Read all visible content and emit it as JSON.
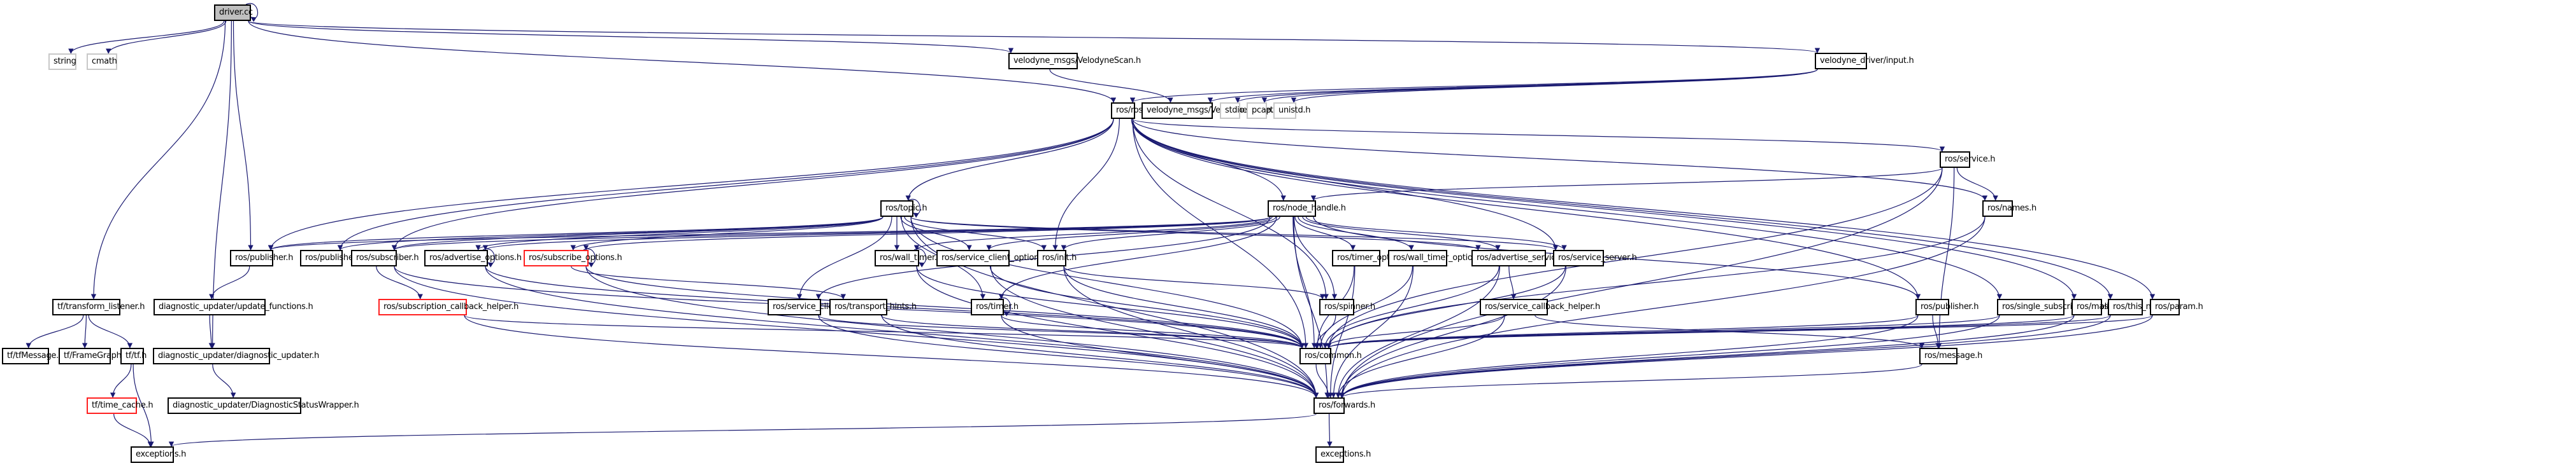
{
  "graph": {
    "title": "driver.cc include dependency graph",
    "edge_color": "#191970",
    "nodes": {
      "driver_cc": {
        "label": "driver.cc",
        "kind": "root"
      },
      "string": {
        "label": "string",
        "kind": "system"
      },
      "cmath": {
        "label": "cmath",
        "kind": "system"
      },
      "velodyne_scan": {
        "label": "velodyne_msgs/VelodyneScan.h",
        "kind": "file"
      },
      "velodyne_input": {
        "label": "velodyne_driver/input.h",
        "kind": "file"
      },
      "ros_ros": {
        "label": "ros/ros.h",
        "kind": "file"
      },
      "velodyne_packet": {
        "label": "velodyne_msgs/VelodynePacket.h",
        "kind": "file"
      },
      "stdio": {
        "label": "stdio.h",
        "kind": "system"
      },
      "pcap": {
        "label": "pcap.h",
        "kind": "system"
      },
      "unistd": {
        "label": "unistd.h",
        "kind": "system"
      },
      "ros_service": {
        "label": "ros/service.h",
        "kind": "file"
      },
      "ros_topic": {
        "label": "ros/topic.h",
        "kind": "file"
      },
      "ros_node_handle": {
        "label": "ros/node_handle.h",
        "kind": "file"
      },
      "ros_names": {
        "label": "ros/names.h",
        "kind": "file"
      },
      "ros_publisher_a": {
        "label": "ros/publisher.h",
        "kind": "file"
      },
      "ros_publisher_b": {
        "label": "ros/publisher.h",
        "kind": "file"
      },
      "ros_subscriber": {
        "label": "ros/subscriber.h",
        "kind": "file"
      },
      "ros_advertise_options": {
        "label": "ros/advertise_options.h",
        "kind": "file"
      },
      "ros_subscribe_options": {
        "label": "ros/subscribe_options.h",
        "kind": "incomplete"
      },
      "ros_wall_timer": {
        "label": "ros/wall_timer.h",
        "kind": "file"
      },
      "ros_service_client_options": {
        "label": "ros/service_client_options.h",
        "kind": "file"
      },
      "ros_init": {
        "label": "ros/init.h",
        "kind": "file"
      },
      "ros_timer_options": {
        "label": "ros/timer_options.h",
        "kind": "file"
      },
      "ros_wall_timer_options": {
        "label": "ros/wall_timer_options.h",
        "kind": "file"
      },
      "ros_advertise_service_options": {
        "label": "ros/advertise_service_options.h",
        "kind": "file"
      },
      "ros_service_server": {
        "label": "ros/service_server.h",
        "kind": "file"
      },
      "ros_publisher_c": {
        "label": "ros/publisher.h",
        "kind": "file"
      },
      "tf_transform_listener": {
        "label": "tf/transform_listener.h",
        "kind": "file"
      },
      "diag_update_functions": {
        "label": "diagnostic_updater/update_functions.h",
        "kind": "file"
      },
      "ros_subscription_callback_helper": {
        "label": "ros/subscription_callback_helper.h",
        "kind": "incomplete"
      },
      "ros_service_client": {
        "label": "ros/service_client.h",
        "kind": "file"
      },
      "ros_transport_hints": {
        "label": "ros/transport_hints.h",
        "kind": "file"
      },
      "ros_timer": {
        "label": "ros/timer.h",
        "kind": "file"
      },
      "ros_spinner": {
        "label": "ros/spinner.h",
        "kind": "file"
      },
      "ros_service_callback_helper": {
        "label": "ros/service_callback_helper.h",
        "kind": "file"
      },
      "ros_single_subscriber_publisher": {
        "label": "ros/single_subscriber_publisher.h",
        "kind": "file"
      },
      "ros_master": {
        "label": "ros/master.h",
        "kind": "file"
      },
      "ros_this_node": {
        "label": "ros/this_node.h",
        "kind": "file"
      },
      "ros_param": {
        "label": "ros/param.h",
        "kind": "file"
      },
      "tf_tfmessage": {
        "label": "tf/tfMessage.h",
        "kind": "file"
      },
      "tf_framegraph": {
        "label": "tf/FrameGraph.h",
        "kind": "file"
      },
      "tf_tf": {
        "label": "tf/tf.h",
        "kind": "file"
      },
      "diag_diagnostic_updater": {
        "label": "diagnostic_updater/diagnostic_updater.h",
        "kind": "file"
      },
      "ros_common": {
        "label": "ros/common.h",
        "kind": "file"
      },
      "ros_message": {
        "label": "ros/message.h",
        "kind": "file"
      },
      "tf_time_cache": {
        "label": "tf/time_cache.h",
        "kind": "incomplete"
      },
      "diag_status_wrapper": {
        "label": "diagnostic_updater/DiagnosticStatusWrapper.h",
        "kind": "file"
      },
      "ros_forwards": {
        "label": "ros/forwards.h",
        "kind": "file"
      },
      "exceptions_a": {
        "label": "exceptions.h",
        "kind": "file"
      },
      "exceptions_b": {
        "label": "exceptions.h",
        "kind": "file"
      }
    },
    "edges": [
      [
        "driver_cc",
        "driver_cc"
      ],
      [
        "driver_cc",
        "string"
      ],
      [
        "driver_cc",
        "cmath"
      ],
      [
        "driver_cc",
        "tf_transform_listener"
      ],
      [
        "driver_cc",
        "diag_diagnostic_updater"
      ],
      [
        "driver_cc",
        "ros_publisher_a"
      ],
      [
        "driver_cc",
        "velodyne_scan"
      ],
      [
        "driver_cc",
        "velodyne_input"
      ],
      [
        "driver_cc",
        "ros_ros"
      ],
      [
        "velodyne_scan",
        "velodyne_packet"
      ],
      [
        "velodyne_input",
        "ros_ros"
      ],
      [
        "velodyne_input",
        "velodyne_packet"
      ],
      [
        "velodyne_input",
        "stdio"
      ],
      [
        "velodyne_input",
        "pcap"
      ],
      [
        "velodyne_input",
        "unistd"
      ],
      [
        "ros_ros",
        "ros_publisher_a"
      ],
      [
        "ros_ros",
        "ros_publisher_b"
      ],
      [
        "ros_ros",
        "ros_subscriber"
      ],
      [
        "ros_ros",
        "ros_topic"
      ],
      [
        "ros_ros",
        "ros_node_handle"
      ],
      [
        "ros_ros",
        "ros_init"
      ],
      [
        "ros_ros",
        "ros_service"
      ],
      [
        "ros_ros",
        "ros_names"
      ],
      [
        "ros_ros",
        "ros_publisher_c"
      ],
      [
        "ros_ros",
        "ros_service_server"
      ],
      [
        "ros_ros",
        "ros_single_subscriber_publisher"
      ],
      [
        "ros_ros",
        "ros_master"
      ],
      [
        "ros_ros",
        "ros_this_node"
      ],
      [
        "ros_ros",
        "ros_param"
      ],
      [
        "ros_ros",
        "ros_common"
      ],
      [
        "ros_ros",
        "ros_spinner"
      ],
      [
        "ros_topic",
        "ros_topic"
      ],
      [
        "ros_topic",
        "ros_publisher_a"
      ],
      [
        "ros_topic",
        "ros_publisher_b"
      ],
      [
        "ros_topic",
        "ros_subscriber"
      ],
      [
        "ros_topic",
        "ros_advertise_options"
      ],
      [
        "ros_topic",
        "ros_subscribe_options"
      ],
      [
        "ros_topic",
        "ros_wall_timer"
      ],
      [
        "ros_topic",
        "ros_service_client_options"
      ],
      [
        "ros_topic",
        "ros_init"
      ],
      [
        "ros_topic",
        "ros_timer"
      ],
      [
        "ros_topic",
        "ros_service_client"
      ],
      [
        "ros_topic",
        "ros_common"
      ],
      [
        "ros_topic",
        "ros_forwards"
      ],
      [
        "ros_topic",
        "ros_advertise_service_options"
      ],
      [
        "ros_topic",
        "ros_service_server"
      ],
      [
        "ros_node_handle",
        "ros_publisher_a"
      ],
      [
        "ros_node_handle",
        "ros_subscriber"
      ],
      [
        "ros_node_handle",
        "ros_advertise_options"
      ],
      [
        "ros_node_handle",
        "ros_subscribe_options"
      ],
      [
        "ros_node_handle",
        "ros_wall_timer"
      ],
      [
        "ros_node_handle",
        "ros_service_client_options"
      ],
      [
        "ros_node_handle",
        "ros_init"
      ],
      [
        "ros_node_handle",
        "ros_timer_options"
      ],
      [
        "ros_node_handle",
        "ros_wall_timer_options"
      ],
      [
        "ros_node_handle",
        "ros_advertise_service_options"
      ],
      [
        "ros_node_handle",
        "ros_service_server"
      ],
      [
        "ros_node_handle",
        "ros_publisher_c"
      ],
      [
        "ros_node_handle",
        "ros_timer"
      ],
      [
        "ros_node_handle",
        "ros_spinner"
      ],
      [
        "ros_node_handle",
        "ros_service_client"
      ],
      [
        "ros_node_handle",
        "ros_common"
      ],
      [
        "ros_node_handle",
        "ros_forwards"
      ],
      [
        "ros_service",
        "ros_node_handle"
      ],
      [
        "ros_service",
        "ros_names"
      ],
      [
        "ros_service",
        "ros_common"
      ],
      [
        "ros_service",
        "ros_forwards"
      ],
      [
        "ros_service",
        "ros_message"
      ],
      [
        "ros_names",
        "ros_common"
      ],
      [
        "ros_names",
        "ros_forwards"
      ],
      [
        "ros_publisher_a",
        "diag_update_functions"
      ],
      [
        "ros_subscriber",
        "ros_subscription_callback_helper"
      ],
      [
        "ros_subscriber",
        "ros_common"
      ],
      [
        "ros_subscriber",
        "ros_forwards"
      ],
      [
        "ros_advertise_options",
        "ros_advertise_options"
      ],
      [
        "ros_advertise_options",
        "ros_common"
      ],
      [
        "ros_advertise_options",
        "ros_forwards"
      ],
      [
        "ros_subscribe_options",
        "ros_subscribe_options"
      ],
      [
        "ros_subscribe_options",
        "ros_transport_hints"
      ],
      [
        "ros_subscribe_options",
        "ros_common"
      ],
      [
        "ros_subscribe_options",
        "ros_forwards"
      ],
      [
        "ros_wall_timer",
        "ros_wall_timer"
      ],
      [
        "ros_wall_timer",
        "ros_common"
      ],
      [
        "ros_wall_timer",
        "ros_forwards"
      ],
      [
        "ros_service_client_options",
        "ros_common"
      ],
      [
        "ros_service_client_options",
        "ros_forwards"
      ],
      [
        "ros_init",
        "ros_spinner"
      ],
      [
        "ros_init",
        "ros_common"
      ],
      [
        "ros_init",
        "ros_forwards"
      ],
      [
        "ros_timer_options",
        "ros_common"
      ],
      [
        "ros_timer_options",
        "ros_forwards"
      ],
      [
        "ros_wall_timer_options",
        "ros_common"
      ],
      [
        "ros_wall_timer_options",
        "ros_forwards"
      ],
      [
        "ros_advertise_service_options",
        "ros_service_callback_helper"
      ],
      [
        "ros_advertise_service_options",
        "ros_common"
      ],
      [
        "ros_advertise_service_options",
        "ros_forwards"
      ],
      [
        "ros_service_server",
        "ros_common"
      ],
      [
        "ros_service_server",
        "ros_forwards"
      ],
      [
        "ros_publisher_c",
        "ros_message"
      ],
      [
        "ros_publisher_c",
        "ros_common"
      ],
      [
        "ros_publisher_c",
        "ros_forwards"
      ],
      [
        "tf_transform_listener",
        "tf_tfmessage"
      ],
      [
        "tf_transform_listener",
        "tf_framegraph"
      ],
      [
        "tf_transform_listener",
        "tf_tf"
      ],
      [
        "diag_update_functions",
        "diag_diagnostic_updater"
      ],
      [
        "diag_diagnostic_updater",
        "diag_status_wrapper"
      ],
      [
        "ros_subscription_callback_helper",
        "ros_common"
      ],
      [
        "ros_subscription_callback_helper",
        "ros_forwards"
      ],
      [
        "ros_service_client",
        "ros_common"
      ],
      [
        "ros_service_client",
        "ros_forwards"
      ],
      [
        "ros_transport_hints",
        "ros_common"
      ],
      [
        "ros_transport_hints",
        "ros_forwards"
      ],
      [
        "ros_timer",
        "ros_timer"
      ],
      [
        "ros_timer",
        "ros_common"
      ],
      [
        "ros_timer",
        "ros_forwards"
      ],
      [
        "ros_spinner",
        "ros_common"
      ],
      [
        "ros_service_callback_helper",
        "ros_common"
      ],
      [
        "ros_service_callback_helper",
        "ros_forwards"
      ],
      [
        "ros_service_callback_helper",
        "ros_message"
      ],
      [
        "ros_single_subscriber_publisher",
        "ros_common"
      ],
      [
        "ros_single_subscriber_publisher",
        "ros_forwards"
      ],
      [
        "ros_master",
        "ros_common"
      ],
      [
        "ros_master",
        "ros_forwards"
      ],
      [
        "ros_this_node",
        "ros_common"
      ],
      [
        "ros_this_node",
        "ros_forwards"
      ],
      [
        "ros_param",
        "ros_common"
      ],
      [
        "ros_param",
        "ros_forwards"
      ],
      [
        "ros_message",
        "ros_forwards"
      ],
      [
        "ros_common",
        "ros_forwards"
      ],
      [
        "tf_tf",
        "tf_time_cache"
      ],
      [
        "tf_tf",
        "exceptions_a"
      ],
      [
        "tf_time_cache",
        "exceptions_a"
      ],
      [
        "ros_forwards",
        "exceptions_a"
      ],
      [
        "ros_forwards",
        "exceptions_b"
      ]
    ]
  }
}
